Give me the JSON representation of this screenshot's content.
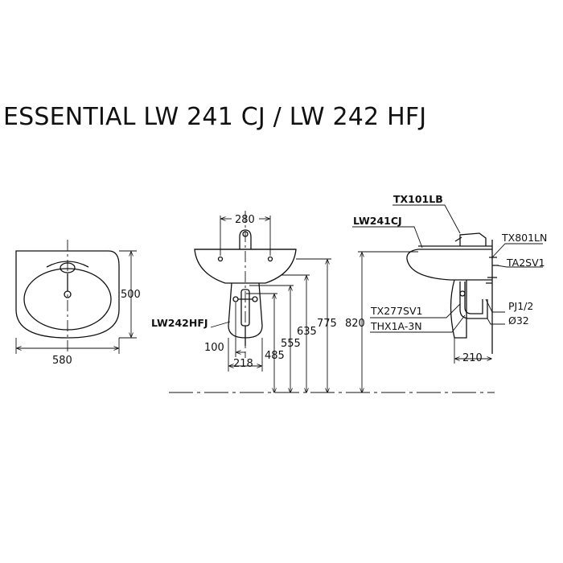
{
  "title": "ESSENTIAL LW 241 CJ / LW 242 HFJ",
  "top_view": {
    "width_label": "580",
    "depth_label": "500"
  },
  "front_view": {
    "hole_spacing_label": "280",
    "pedestal_label": "LW242HFJ",
    "trap_offset_label": "100",
    "pedestal_width_label": "218",
    "height_485": "485",
    "height_555": "555",
    "height_635": "635",
    "height_775": "775"
  },
  "side_view": {
    "height_820": "820",
    "faucet_label": "TX101LB",
    "basin_label": "LW241CJ",
    "supply_label": "TX801LN",
    "valve_label": "TA2SV1",
    "trap_label": "TX277SV1",
    "pipe_label": "THX1A-3N",
    "thread_label": "PJ1/2",
    "diameter_label": "Ø32",
    "depth_label": "210"
  }
}
